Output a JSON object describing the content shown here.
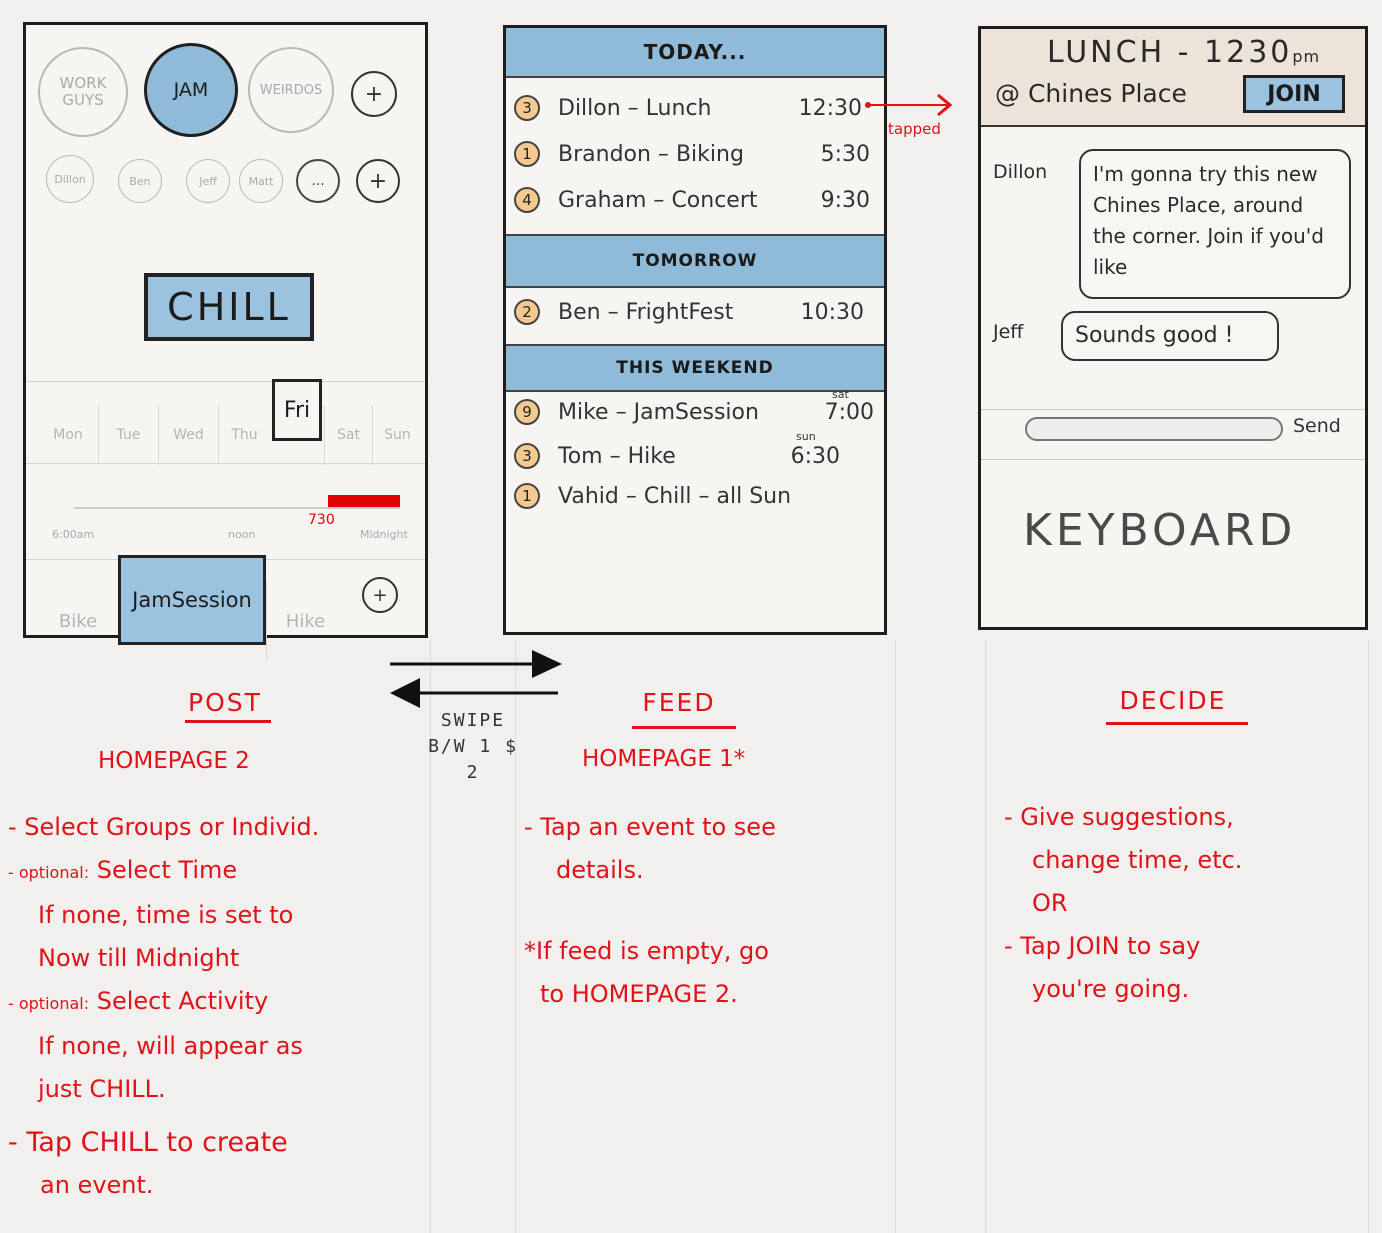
{
  "post": {
    "groups": [
      "WORK GUYS",
      "JAM",
      "WEIRDOS"
    ],
    "people": [
      "Dillon",
      "Ben",
      "Jeff",
      "Matt"
    ],
    "more_label": "...",
    "plus_label": "+",
    "chill_label": "CHILL",
    "days": [
      "Mon",
      "Tue",
      "Wed",
      "Thu",
      "Fri",
      "Sat",
      "Sun"
    ],
    "selected_day": "Fri",
    "time_start_label": "6:00am",
    "time_mid_label": "noon",
    "time_end_label": "Midnight",
    "time_selected_label": "730",
    "time_selected_fraction": 0.9,
    "activities": [
      "Bike",
      "JamSession",
      "Hike"
    ],
    "selected_activity": "JamSession"
  },
  "feed": {
    "sections": [
      {
        "title": "TODAY...",
        "items": [
          {
            "count": "3",
            "name": "Dillon",
            "activity": "Lunch",
            "time": "12:30"
          },
          {
            "count": "1",
            "name": "Brandon",
            "activity": "Biking",
            "time": "5:30"
          },
          {
            "count": "4",
            "name": "Graham",
            "activity": "Concert",
            "time": "9:30"
          }
        ]
      },
      {
        "title": "TOMORROW",
        "items": [
          {
            "count": "2",
            "name": "Ben",
            "activity": "FrightFest",
            "time": "10:30"
          }
        ]
      },
      {
        "title": "THIS WEEKEND",
        "items": [
          {
            "count": "9",
            "name": "Mike",
            "activity": "JamSession",
            "time": "7:00",
            "day": "sat"
          },
          {
            "count": "3",
            "name": "Tom",
            "activity": "Hike",
            "time": "6:30",
            "day": "sun"
          },
          {
            "count": "1",
            "name": "Vahid",
            "activity": "Chill",
            "time": "all Sun"
          }
        ]
      }
    ],
    "tapped_label": "tapped"
  },
  "decide": {
    "title": "LUNCH - 1230",
    "title_suffix": "pm",
    "location": "@ Chines Place",
    "join_label": "JOIN",
    "messages": [
      {
        "sender": "Dillon",
        "text": "I'm gonna try this new Chines Place, around the corner. Join if you'd like"
      },
      {
        "sender": "Jeff",
        "text": "Sounds good !"
      }
    ],
    "send_label": "Send",
    "keyboard_label": "KEYBOARD"
  },
  "swipe": {
    "label": "SWIPE B/W 1 $ 2"
  },
  "annotations": {
    "post": {
      "title": "POST",
      "subtitle": "HOMEPAGE 2",
      "note1": "- Select Groups or Individ.",
      "note2_prefix": "- optional:",
      "note2": "Select Time",
      "note3": "If none, time is set to",
      "note4": "Now till Midnight",
      "note5_prefix": "- optional:",
      "note5": "Select Activity",
      "note6": "If none, will appear as",
      "note7": "just CHILL.",
      "note8": "- Tap CHILL to create",
      "note9": "an event."
    },
    "feed": {
      "title": "FEED",
      "subtitle": "HOMEPAGE 1*",
      "note1": "- Tap an event to see",
      "note2": "details.",
      "note3": "*If feed is empty, go",
      "note4": "to HOMEPAGE 2."
    },
    "decide": {
      "title": "DECIDE",
      "note1": "- Give suggestions,",
      "note2": "change time, etc.",
      "note3": "OR",
      "note4": "- Tap JOIN to say",
      "note5": "you're going."
    }
  }
}
